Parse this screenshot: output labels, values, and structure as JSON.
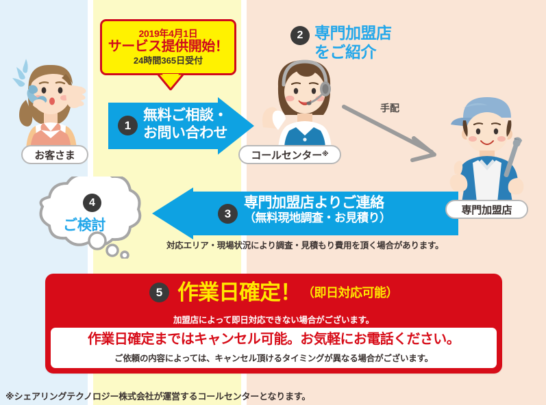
{
  "background": {
    "columns": [
      {
        "name": "customer-column",
        "color": "#e3f1fa"
      },
      {
        "name": "callcenter-column",
        "color": "#fcfac6"
      },
      {
        "name": "partner-column",
        "color": "#fae5d6"
      }
    ]
  },
  "callout": {
    "date_prefix": "2019年",
    "date_month": "4",
    "date_mid": "月",
    "date_day": "1",
    "date_suffix": "日",
    "line1_full": "2019年4月1日",
    "line2": "サービス提供開始！",
    "line3": "24時間365日受付",
    "bg_color": "#fff200",
    "border_color": "#cf0a1d",
    "text_color": "#cf0a1d"
  },
  "steps": [
    {
      "number": "1",
      "line1": "無料ご相談・",
      "line2": "お問い合わせ",
      "direction": "right",
      "color": "#0ea2e2"
    },
    {
      "number": "2",
      "line1": "専門加盟店",
      "line2": "をご紹介",
      "color": "#23a7ea"
    },
    {
      "number": "3",
      "line1": "専門加盟店よりご連絡",
      "line2": "（無料現地調査・お見積り）",
      "direction": "left",
      "color": "#0ea2e2"
    },
    {
      "number": "4",
      "label": "ご検討",
      "color": "#23a7ea"
    },
    {
      "number": "5",
      "title": "作業日確定！",
      "title_suffix": "（即日対応可能）",
      "subtitle": "加盟店によって即日対応できない場合がございます。",
      "color": "#ffe800"
    }
  ],
  "labels": {
    "customer": "お客さま",
    "callcenter": "コールセンター",
    "callcenter_asterisk": "※",
    "partner": "専門加盟店",
    "dispatch_arrow": "手配"
  },
  "notes": {
    "survey_fee": "対応エリア・現場状況により調査・見積もり費用を頂く場合があります。",
    "footnote": "※シェアリングテクノロジー株式会社が運営するコールセンターとなります。"
  },
  "cancel_box": {
    "headline": "作業日確定まではキャンセル可能。お気軽にお電話ください。",
    "subtext": "ご依頼の内容によっては、キャンセル頂けるタイミングが異なる場合がございます。",
    "headline_color": "#d70c18",
    "bg_color": "#ffffff"
  },
  "banner": {
    "bg_color": "#d70c18"
  }
}
